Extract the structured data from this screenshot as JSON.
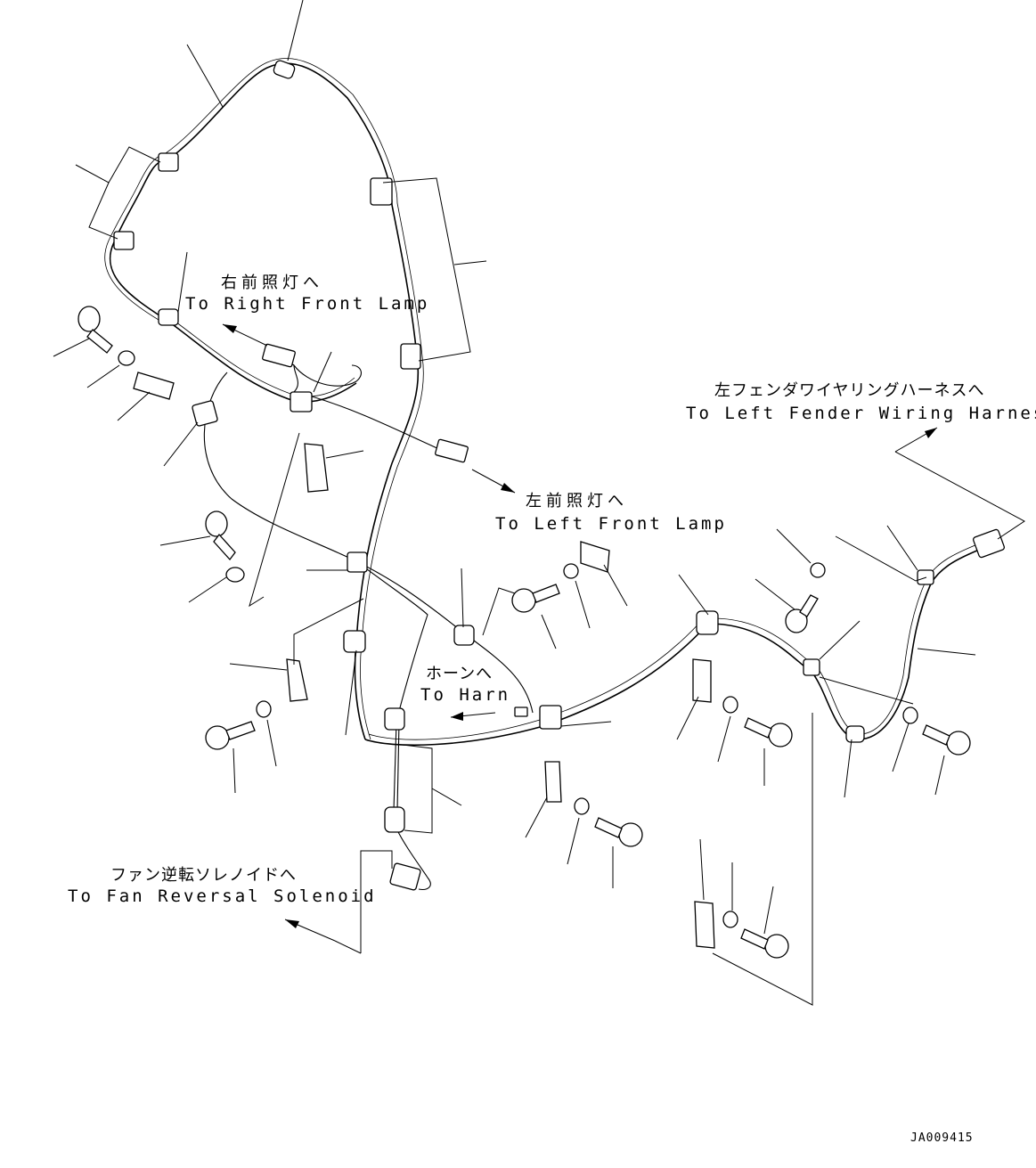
{
  "diagram": {
    "labels": {
      "right_front_lamp_jp": "右前照灯へ",
      "right_front_lamp_en": "To Right Front Lamp",
      "left_front_lamp_jp": "左前照灯へ",
      "left_front_lamp_en": "To Left Front Lamp",
      "left_fender_jp": "左フェンダワイヤリングハーネスへ",
      "left_fender_en": "To Left Fender Wiring Harness",
      "horn_jp": "ホーンへ",
      "horn_en": "To Harn",
      "fan_solenoid_jp": "ファン逆転ソレノイドへ",
      "fan_solenoid_en": "To Fan Reversal Solenoid"
    },
    "drawing_code": "JA009415"
  }
}
